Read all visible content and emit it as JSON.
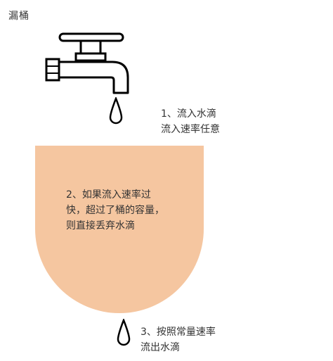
{
  "title": "漏桶",
  "notes": {
    "inflow_line1": "1、流入水滴",
    "inflow_line2": "流入速率任意",
    "overflow_line1": "2、如果流入速率过",
    "overflow_line2": "快，超过了桶的容量，",
    "overflow_line3": "则直接丢弃水滴",
    "outflow_line1": "3、按照常量速率",
    "outflow_line2": "流出水滴"
  },
  "colors": {
    "bucket_fill": "#f5c6a0",
    "outline": "#000000"
  },
  "icons": {
    "faucet": "faucet-icon",
    "water_drop": "water-drop-icon"
  }
}
